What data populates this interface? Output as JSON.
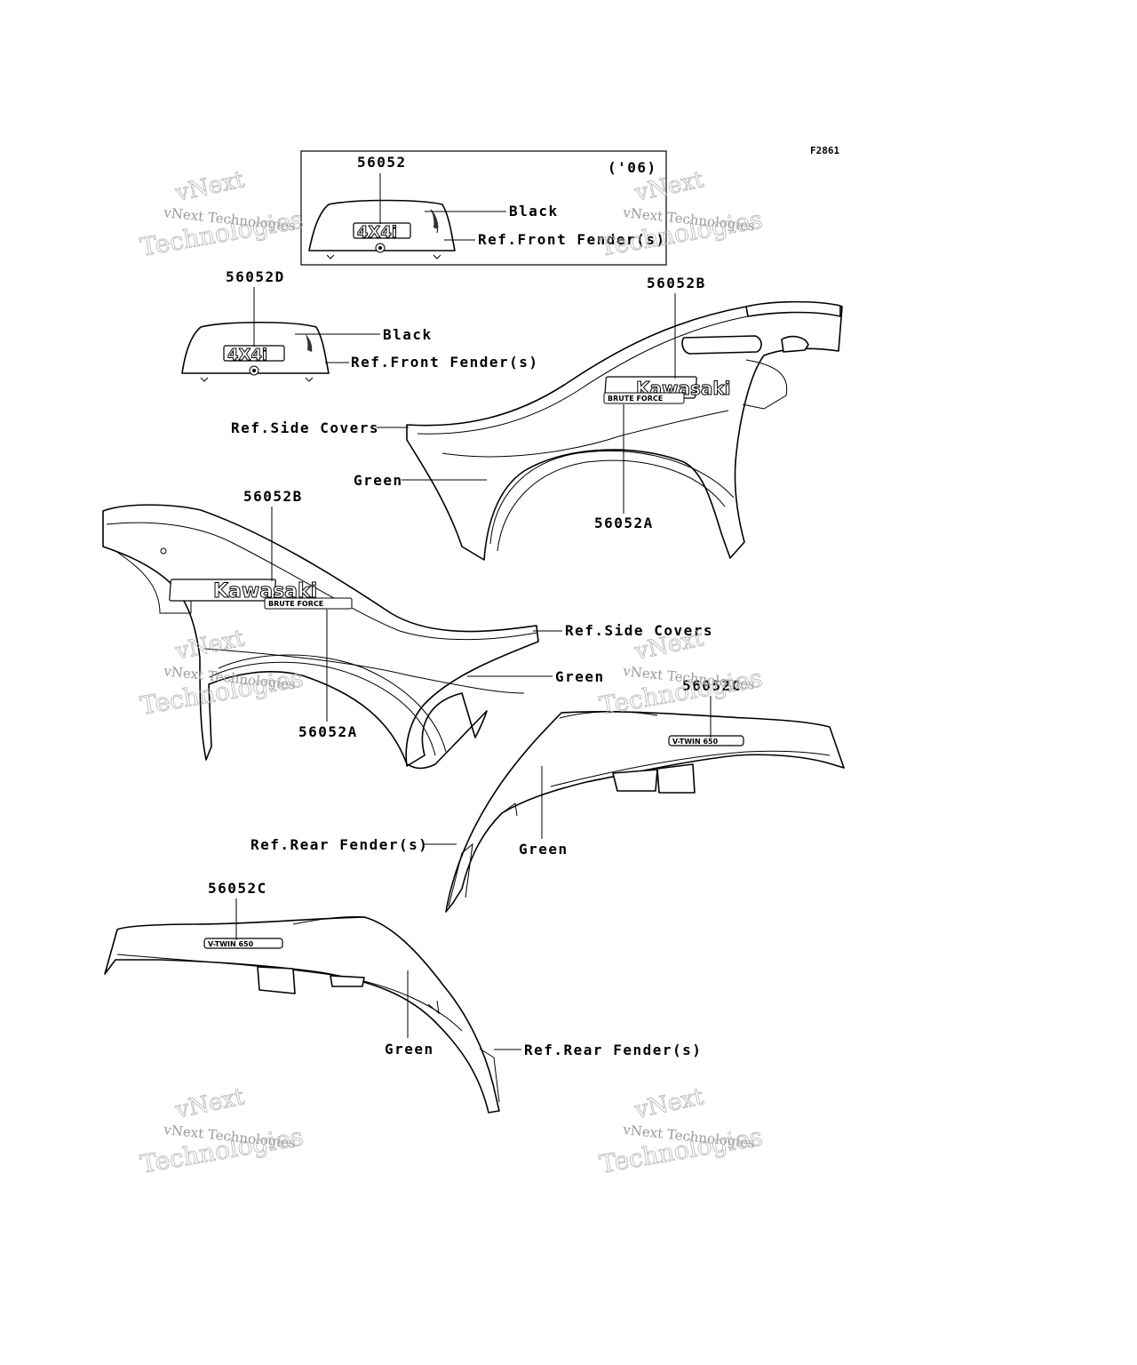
{
  "figure_code": "F2861",
  "year_note": "('06)",
  "watermark": {
    "line1": "vNext",
    "line2": "vNext Technologies",
    "line3": "Technologies"
  },
  "front_box": {
    "part": "56052",
    "color": "Black",
    "ref": "Ref.Front Fender(s)",
    "badge": "4X4i"
  },
  "front_plain": {
    "part": "56052D",
    "color": "Black",
    "ref": "Ref.Front Fender(s)",
    "badge": "4X4i"
  },
  "right_cover": {
    "part_logo": "56052B",
    "part_sub": "56052A",
    "ref": "Ref.Side Covers",
    "color": "Green",
    "logo": "Kawasaki",
    "sub_logo": "BRUTE FORCE"
  },
  "left_cover": {
    "part_logo": "56052B",
    "part_sub": "56052A",
    "ref": "Ref.Side Covers",
    "color": "Green",
    "logo": "Kawasaki",
    "sub_logo": "BRUTE FORCE"
  },
  "rear_right": {
    "part": "56052C",
    "ref": "Ref.Rear Fender(s)",
    "color": "Green",
    "decal": "V-TWIN 650"
  },
  "rear_left": {
    "part": "56052C",
    "ref": "Ref.Rear Fender(s)",
    "color": "Green",
    "decal": "V-TWIN 650"
  }
}
